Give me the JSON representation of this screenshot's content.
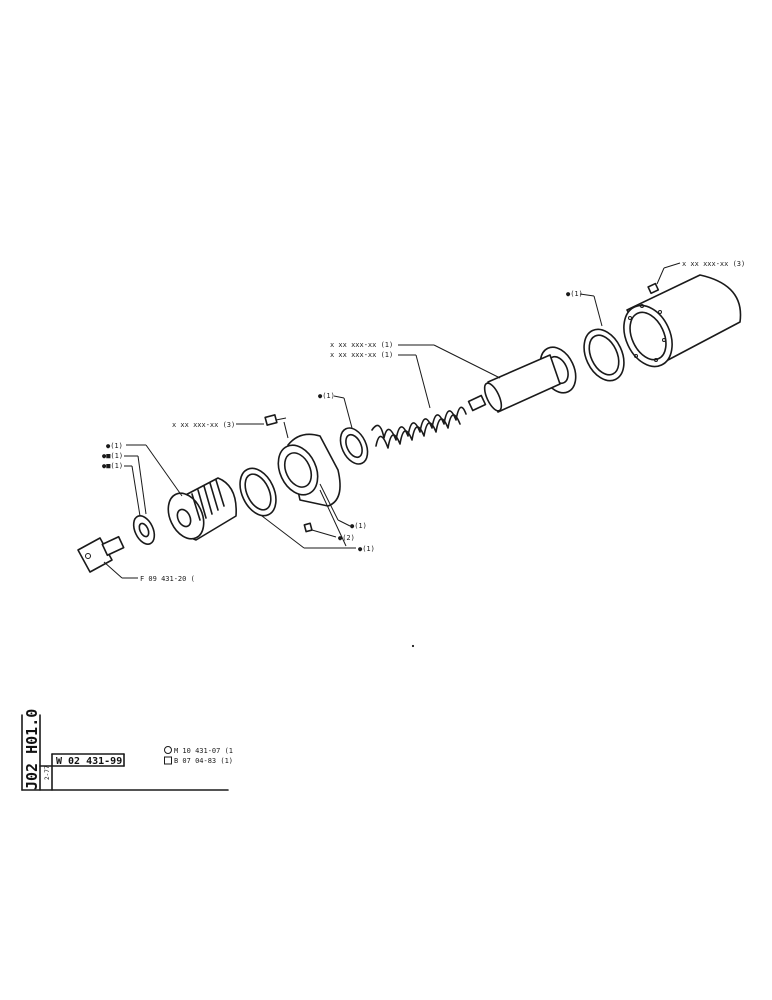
{
  "callouts": {
    "cover_bolt": "x xx xxx-xx (3)",
    "tube_assembly": "x xx xxx-xx (1)",
    "spring": "x xx xxx-xx (1)",
    "cover_seal": "●(1)",
    "bolt_left": "x xx xxx-xx (3)",
    "spring_seat_ring": "●(1)",
    "piston_top": "●(1)",
    "washer_a": "●■(1)",
    "washer_b": "●■(1)",
    "housing_a": "●(1)",
    "housing_b": "●(2)",
    "housing_c": "●(1)",
    "clevis_part": "F 09 431-20 (",
    "legend_circle": "M 10 431-07 (1",
    "legend_square": "B 07  04-83 (1)"
  },
  "title_block": {
    "drawing_number": "W 02 431-99",
    "side_code": "J02 H01.0",
    "small_code": "2-77"
  }
}
